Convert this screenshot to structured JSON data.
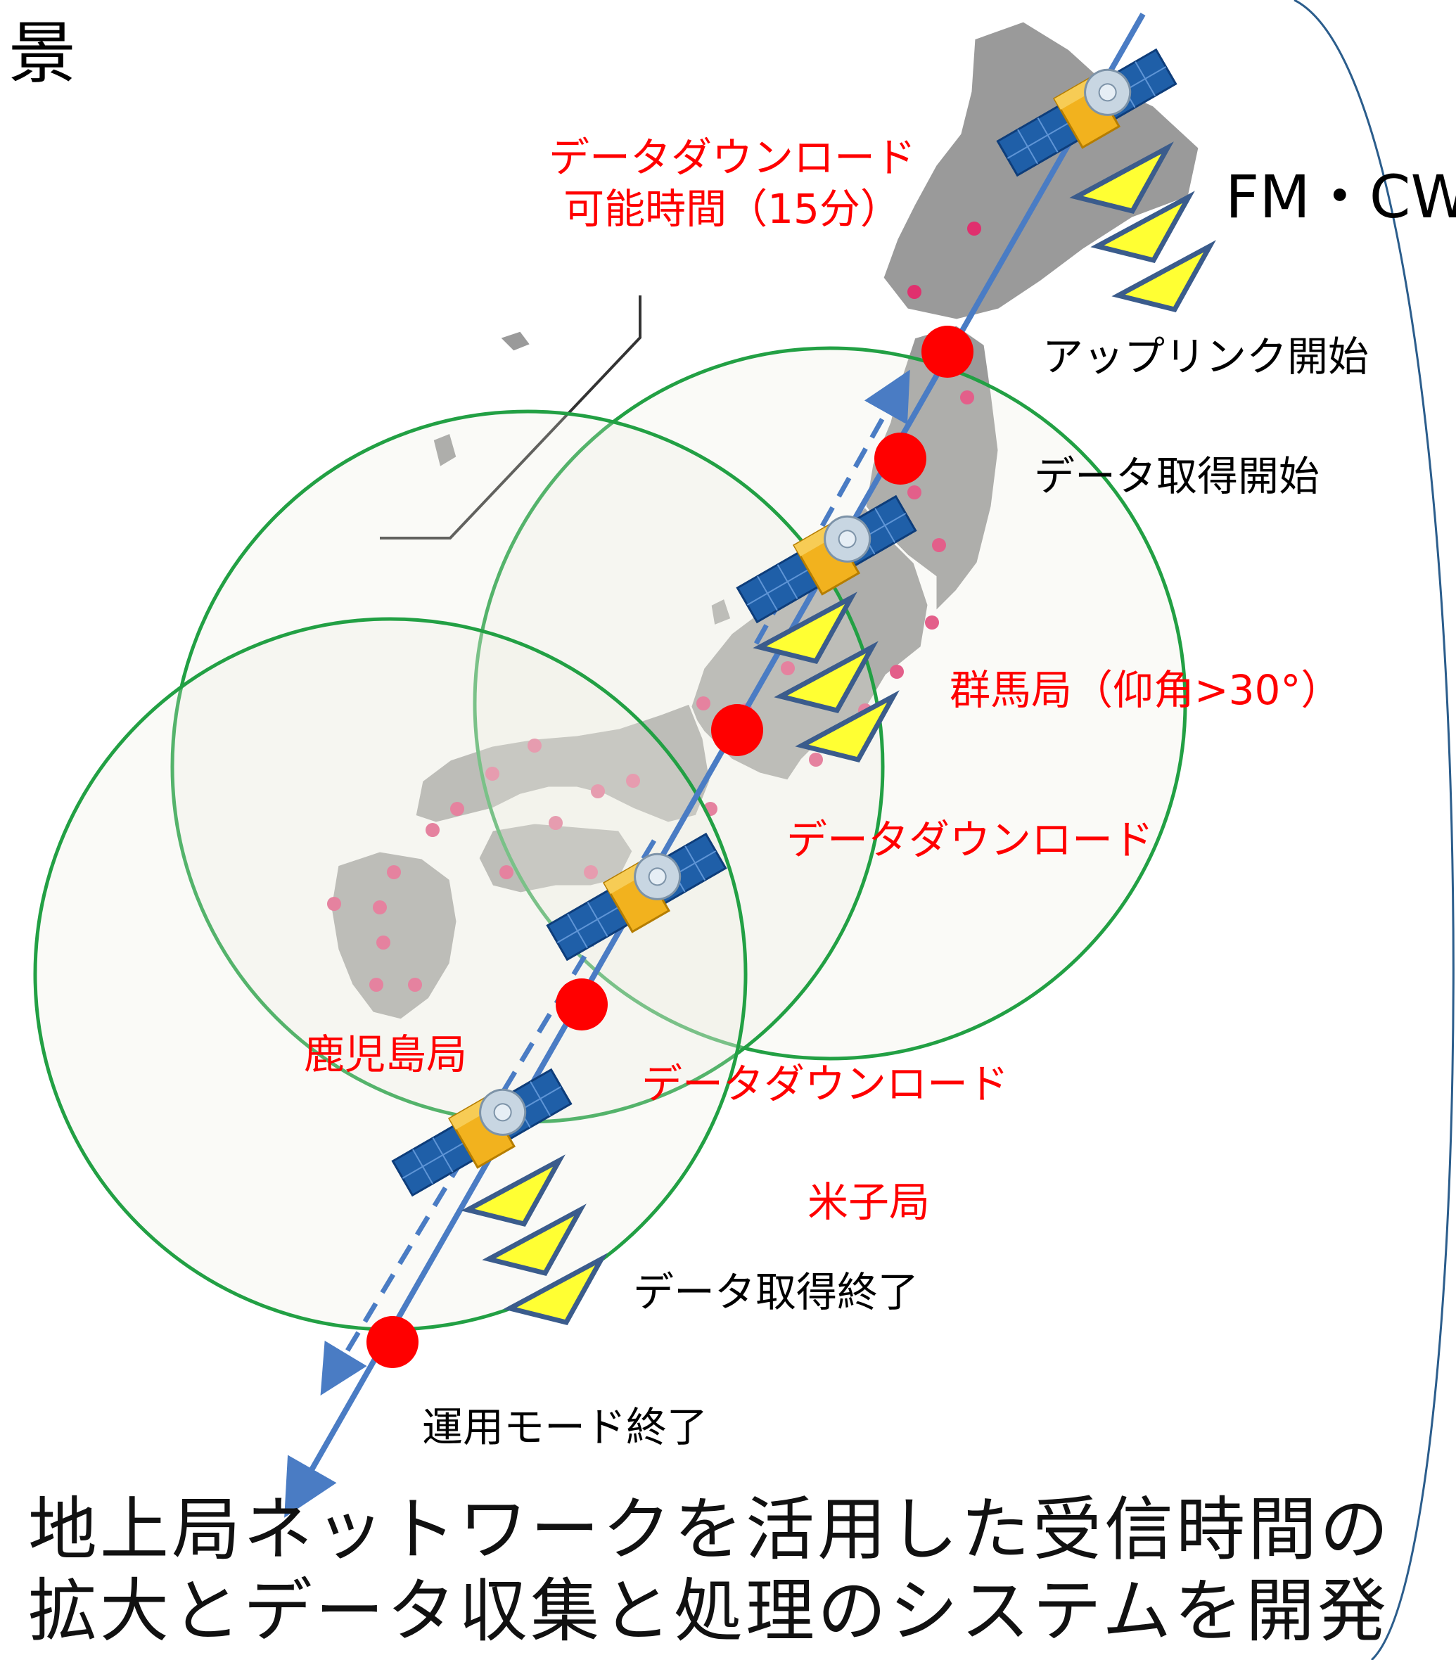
{
  "header": {
    "title_char": "景",
    "mode_label": "FM・CW"
  },
  "labels": {
    "download_window_line1": "データダウンロード",
    "download_window_line2": "可能時間（15分）",
    "gunma_station": "群馬局（仰角>30°）",
    "download_gunma": "データダウンロード",
    "download_kagoshima": "データダウンロード",
    "kagoshima_station": "鹿児島局",
    "yonago_station": "米子局",
    "uplink_start": "アップリンク開始",
    "acquisition_start": "データ取得開始",
    "acquisition_end": "データ取得終了",
    "operation_mode_end": "運用モード終了"
  },
  "footer": {
    "line1": "地上局ネットワークを活用した受信時間の",
    "line2": "拡大とデータ収集と処理のシステムを開発"
  },
  "colors": {
    "accent_red": "#ff0000",
    "orbit_blue": "#4a7cc4",
    "coverage_green": "#22a044",
    "land_gray": "#9a9a9a",
    "city_dot": "#e0306e",
    "satellite_panel": "#1f5fa8",
    "satellite_body": "#f2b21e",
    "beam_yellow": "#ffff33"
  },
  "icons": [
    "satellite-icon",
    "japan-map-icon",
    "ground-station-coverage-icon"
  ]
}
